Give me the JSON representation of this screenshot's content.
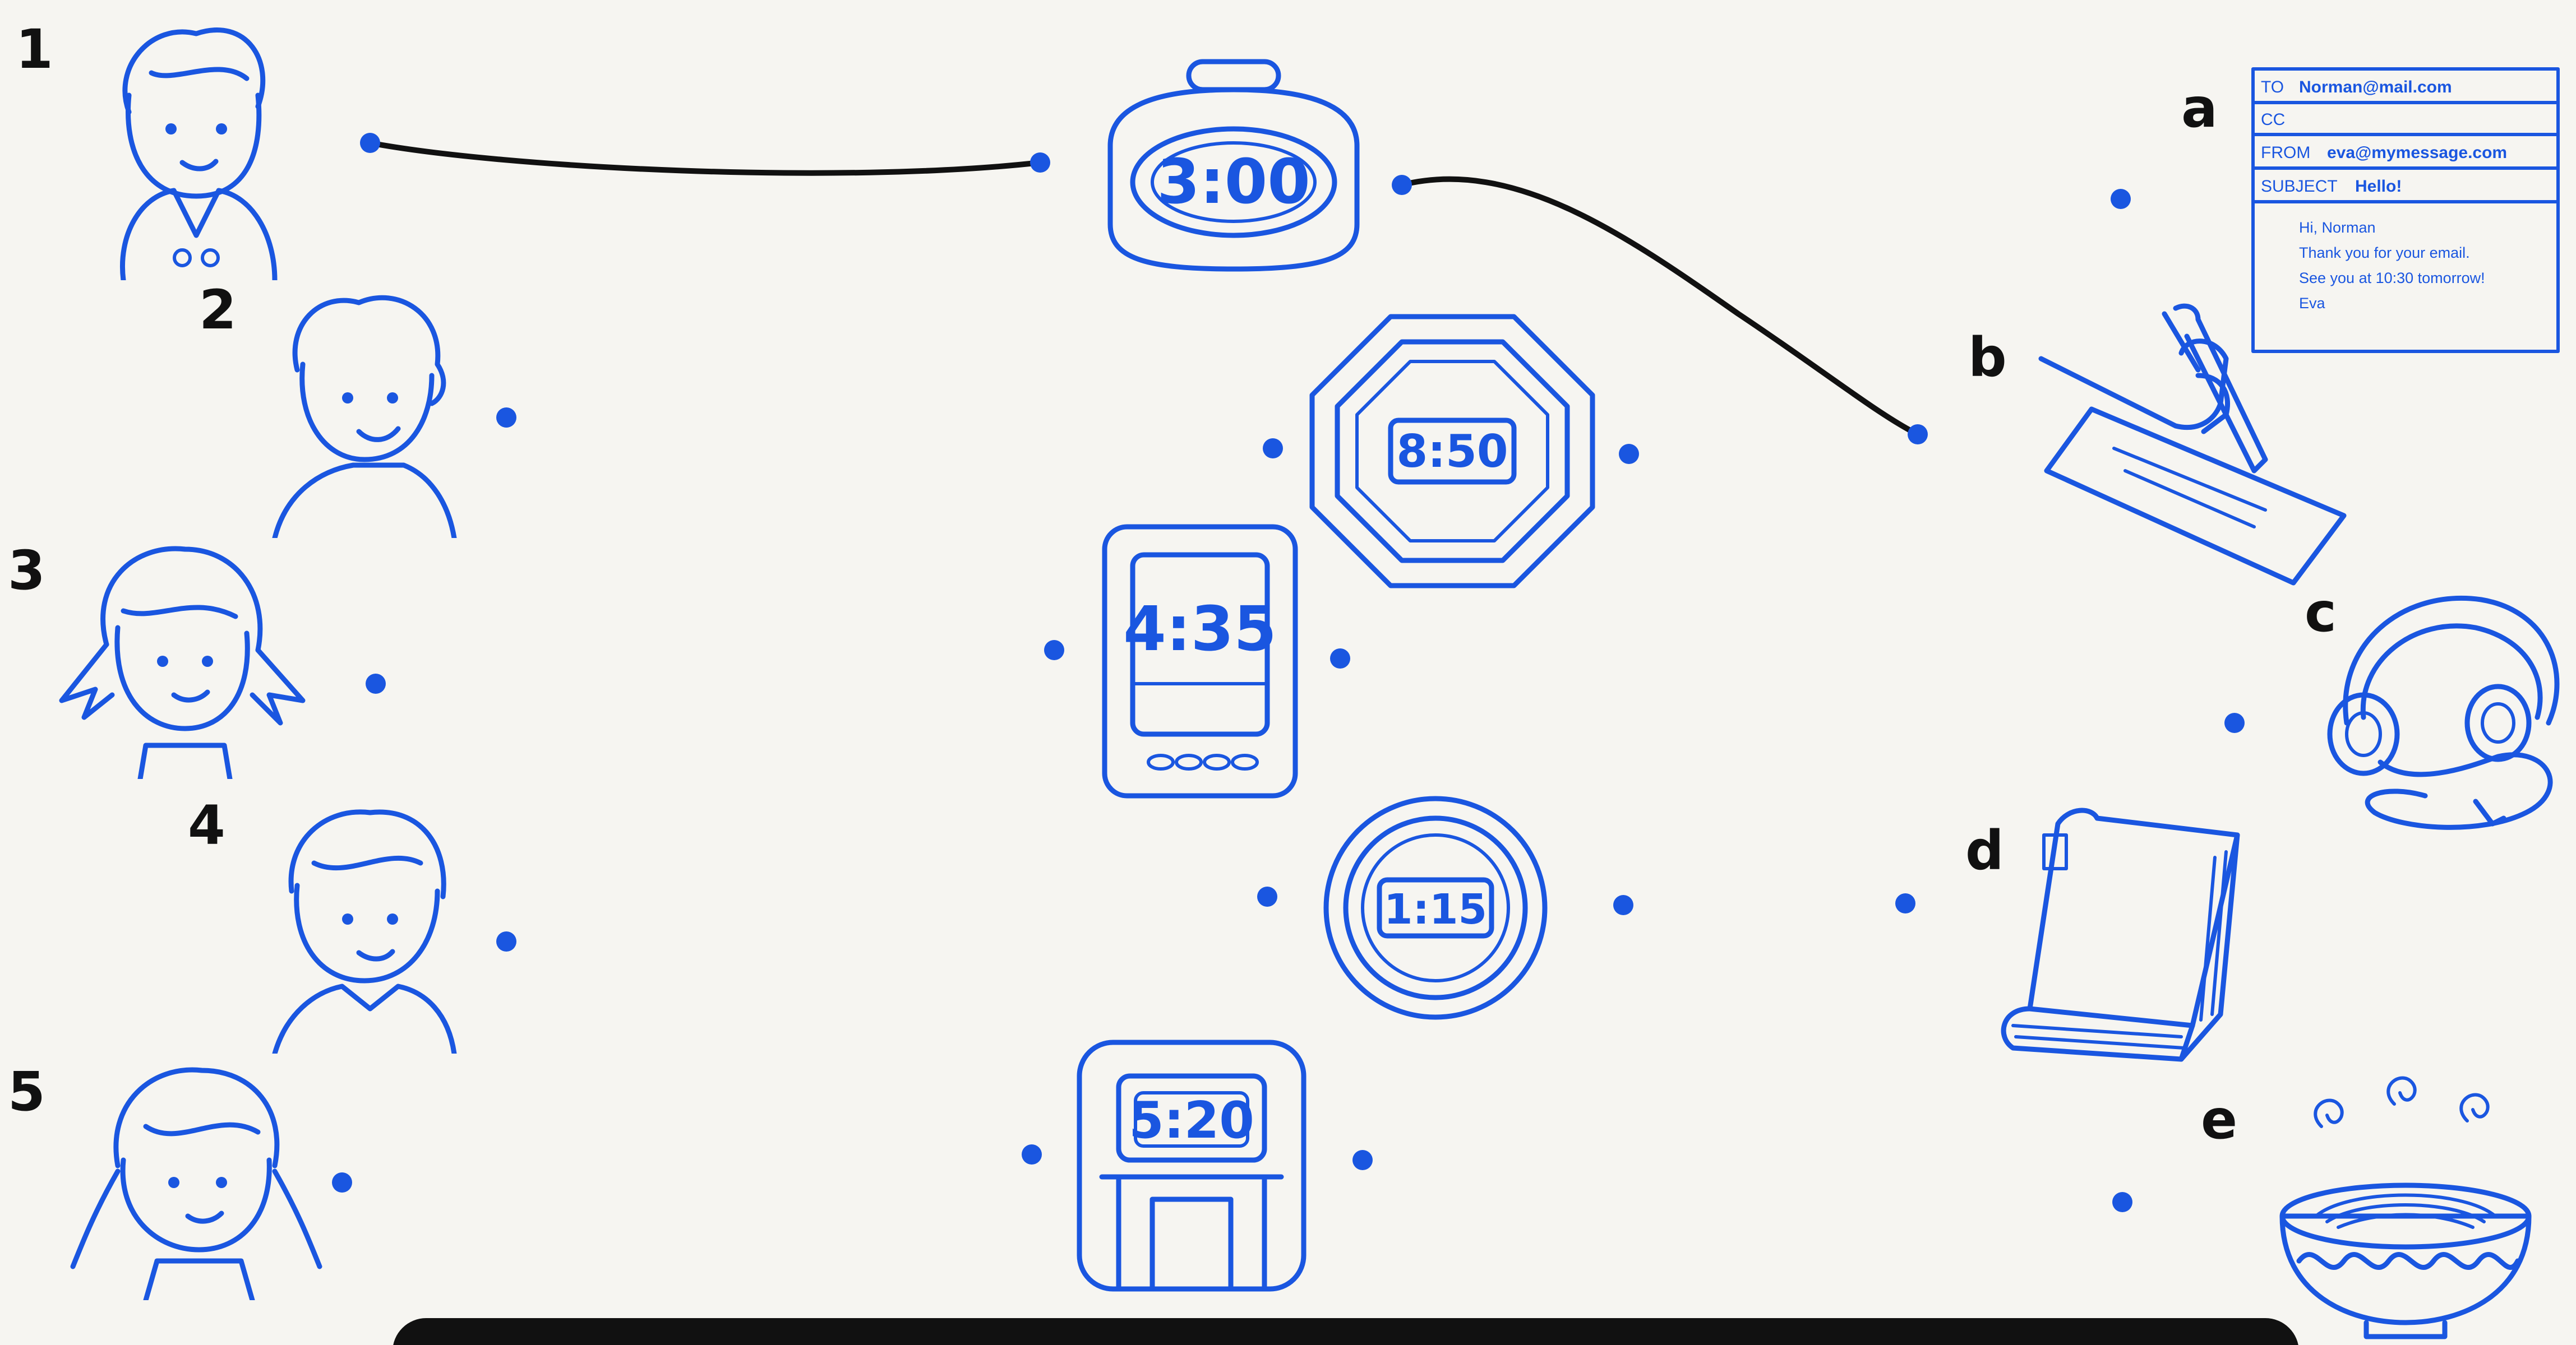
{
  "children": [
    {
      "number": "1"
    },
    {
      "number": "2"
    },
    {
      "number": "3"
    },
    {
      "number": "4"
    },
    {
      "number": "5"
    }
  ],
  "clocks": [
    {
      "time": "3:00"
    },
    {
      "time": "8:50"
    },
    {
      "time": "4:35"
    },
    {
      "time": "1:15"
    },
    {
      "time": "5:20"
    }
  ],
  "activities": [
    {
      "letter": "a",
      "icon": "email-icon"
    },
    {
      "letter": "b",
      "icon": "homework-icon"
    },
    {
      "letter": "c",
      "icon": "headphones-icon"
    },
    {
      "letter": "d",
      "icon": "book-icon"
    },
    {
      "letter": "e",
      "icon": "noodle-bowl-icon"
    }
  ],
  "email": {
    "to_label": "TO",
    "to_value": "Norman@mail.com",
    "cc_label": "CC",
    "from_label": "FROM",
    "from_value": "eva@mymessage.com",
    "subject_label": "SUBJECT",
    "subject_value": "Hello!",
    "body": [
      "Hi, Norman",
      "Thank you for your email.",
      "See you at 10:30 tomorrow!",
      "Eva"
    ]
  },
  "colors": {
    "ink": "#1a56e0",
    "line": "#111111",
    "paper": "#f6f5f1"
  }
}
